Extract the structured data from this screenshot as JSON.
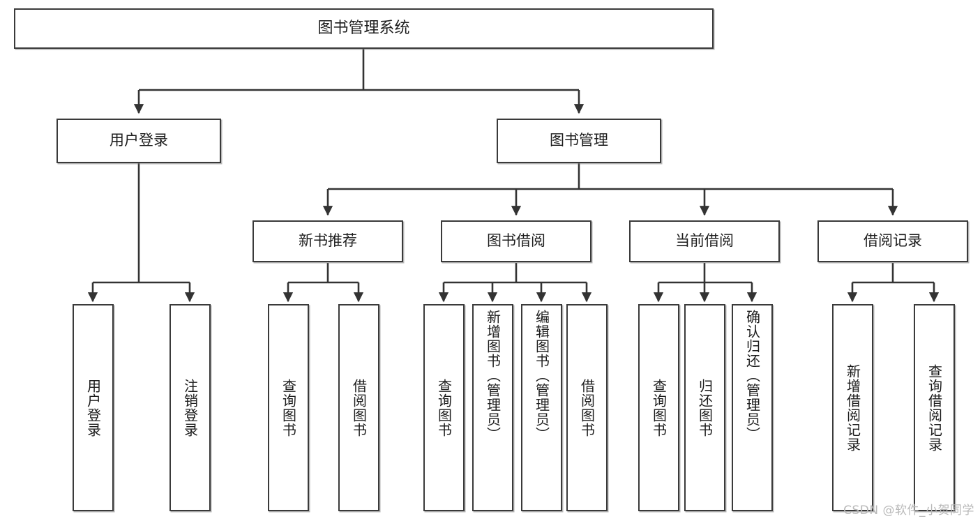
{
  "diagram": {
    "type": "tree-hierarchy-chart",
    "title": "图书管理系统",
    "watermark": "CSDN @软件_小贺同学",
    "colors": {
      "box_border": "#3a3a3a",
      "box_fill": "#ffffff",
      "line": "#333333",
      "text": "#1c1c1c",
      "watermark": "#b9b9b9"
    },
    "nodes": {
      "root": {
        "label": "图书管理系统"
      },
      "level2": [
        {
          "label": "用户登录"
        },
        {
          "label": "图书管理"
        }
      ],
      "level3": [
        {
          "label": "新书推荐"
        },
        {
          "label": "图书借阅"
        },
        {
          "label": "当前借阅"
        },
        {
          "label": "借阅记录"
        }
      ],
      "leaves": {
        "user_login": [
          {
            "label": "用户登录"
          },
          {
            "label": "注销登录"
          }
        ],
        "new_book_recommend": [
          {
            "label": "查询图书"
          },
          {
            "label": "借阅图书"
          }
        ],
        "book_borrow": [
          {
            "label": "查询图书"
          },
          {
            "label": "新增图书（管理员）"
          },
          {
            "label": "编辑图书（管理员）"
          },
          {
            "label": "借阅图书"
          }
        ],
        "current_borrow": [
          {
            "label": "查询图书"
          },
          {
            "label": "归还图书"
          },
          {
            "label": "确认归还（管理员）"
          }
        ],
        "borrow_record": [
          {
            "label": "新增借阅记录"
          },
          {
            "label": "查询借阅记录"
          }
        ]
      }
    }
  }
}
